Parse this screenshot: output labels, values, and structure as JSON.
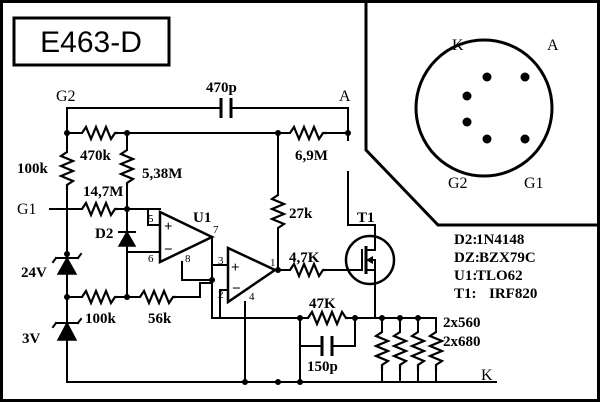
{
  "title": "E463-D",
  "nodes": {
    "g2": "G2",
    "a": "A",
    "g1": "G1",
    "k": "K"
  },
  "components": {
    "c_470p": "470p",
    "r_470k": "470k",
    "r_100k_left": "100k",
    "r_14_7M": "14,7M",
    "r_5_38M": "5,38M",
    "r_6_9M": "6,9M",
    "r_27k": "27k",
    "r_4_7K": "4,7K",
    "r_47K": "47K",
    "c_150p": "150p",
    "r_100k_bottom": "100k",
    "r_56k": "56k",
    "z_24v": "24V",
    "z_3v": "3V",
    "d2": "D2",
    "u1": "U1",
    "t1": "T1",
    "r_2x560": "2x560",
    "r_2x680": "2x680"
  },
  "pins": {
    "p5": "5",
    "p6": "6",
    "p7": "7",
    "p8": "8",
    "p3": "3",
    "p2": "2",
    "p1": "1",
    "p4": "4"
  },
  "opamp_signs": {
    "plus": "+",
    "minus": "−"
  },
  "parts_list": [
    {
      "ref": "D2:",
      "value": "1N4148"
    },
    {
      "ref": "DZ:",
      "value": "BZX79C"
    },
    {
      "ref": "U1:",
      "value": "TLO62"
    },
    {
      "ref": "T1:",
      "value": "IRF820"
    }
  ],
  "socket": {
    "label_k": "K",
    "label_a": "A",
    "label_g2": "G2",
    "label_g1": "G1"
  }
}
